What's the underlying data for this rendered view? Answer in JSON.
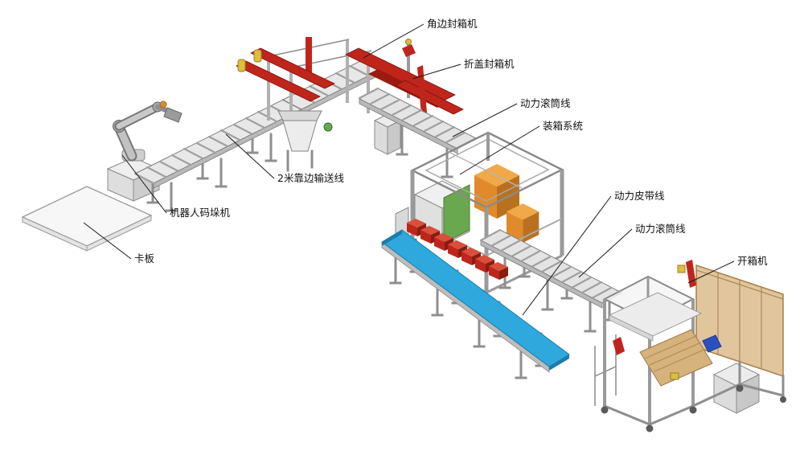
{
  "diagram": {
    "type": "isometric-packaging-line-layout",
    "background": "#ffffff",
    "labels": [
      {
        "id": "corner-edge-sealer",
        "text": "角边封箱机"
      },
      {
        "id": "flap-fold-sealer",
        "text": "折盖封箱机"
      },
      {
        "id": "power-roller-line-upper",
        "text": "动力滚筒线"
      },
      {
        "id": "case-packing-system",
        "text": "装箱系统"
      },
      {
        "id": "power-belt-line",
        "text": "动力皮带线"
      },
      {
        "id": "power-roller-line-lower",
        "text": "动力滚筒线"
      },
      {
        "id": "case-erector",
        "text": "开箱机"
      },
      {
        "id": "two-meter-edge-conveyor",
        "text": "2米靠边输送线"
      },
      {
        "id": "robot-palletizer",
        "text": "机器人码垛机"
      },
      {
        "id": "pallet",
        "text": "卡板"
      }
    ],
    "colors": {
      "machine_red": "#c0251c",
      "belt_blue": "#2fa8dd",
      "carton_orange": "#e08a2c",
      "cardboard_tan": "#d6b27c",
      "accent_green": "#6aa84f",
      "leader_line": "#1a1a1a"
    }
  }
}
